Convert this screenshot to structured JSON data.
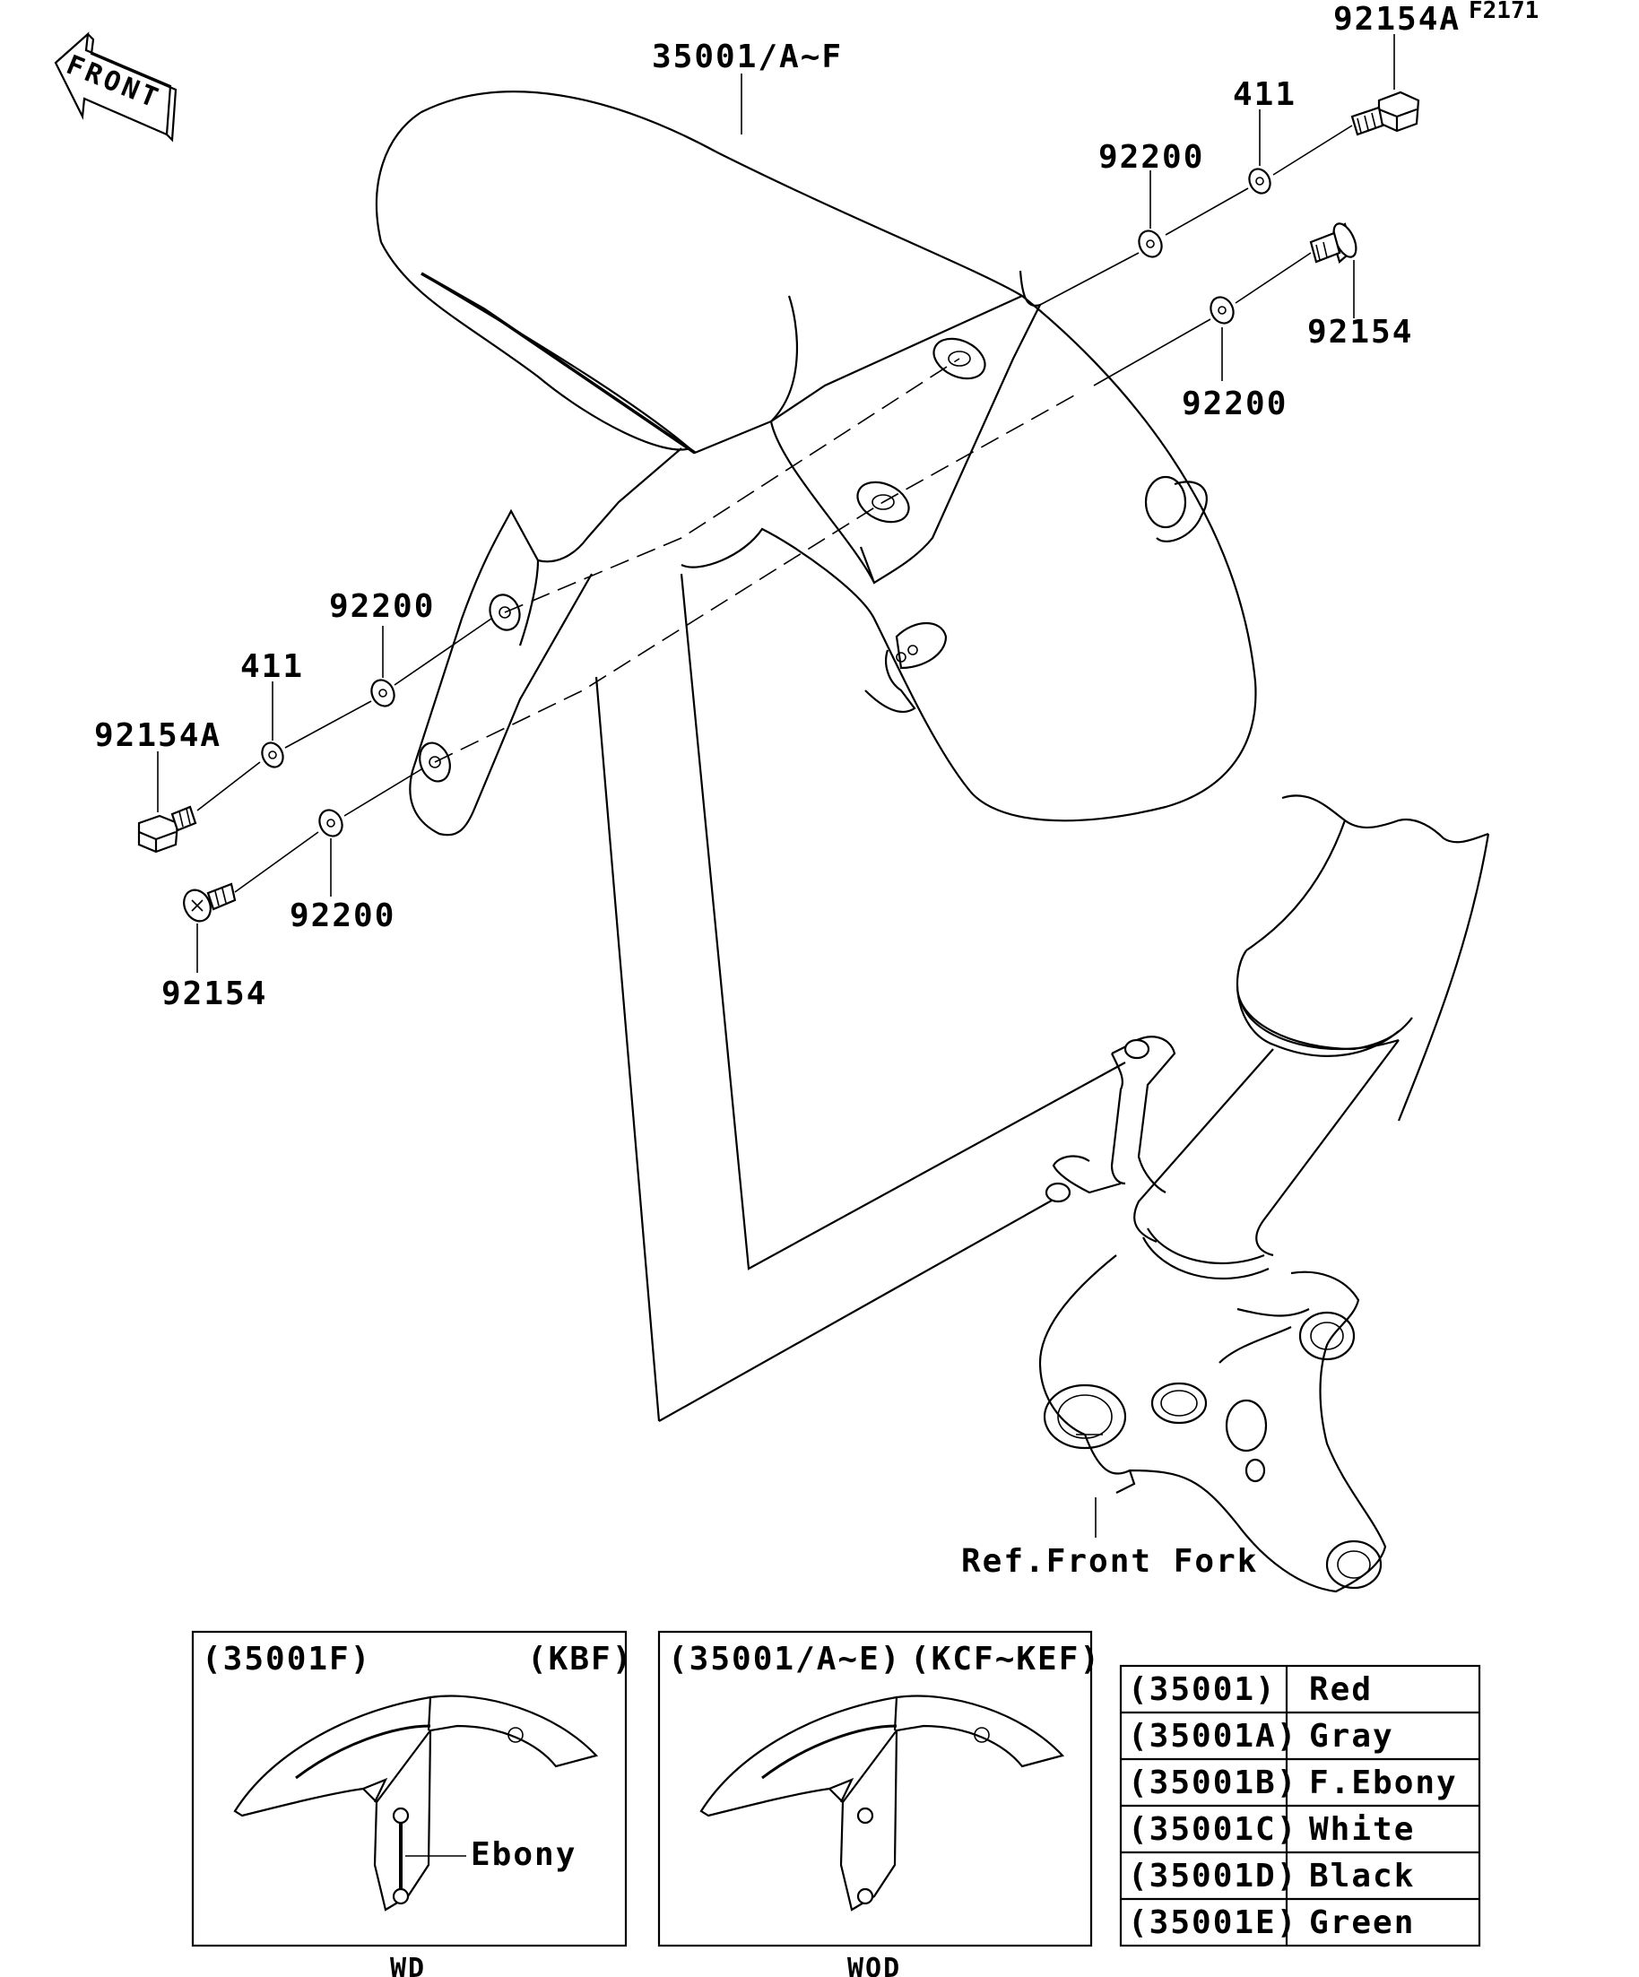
{
  "figure_code": "F2171",
  "front_arrow": {
    "text": "FRONT"
  },
  "callouts": {
    "fender": "35001/A~F",
    "bolt_a_right": "92154A",
    "collar_right": "411",
    "washer_right_upper": "92200",
    "bolt_right": "92154",
    "washer_right_lower": "92200",
    "washer_left_upper": "92200",
    "collar_left": "411",
    "bolt_a_left": "92154A",
    "washer_left_lower": "92200",
    "bolt_left": "92154",
    "front_fork_ref": "Ref.Front Fork"
  },
  "variant_boxes": [
    {
      "code": "(35001F)",
      "model": "(KBF)",
      "callout": "Ebony",
      "caption": "WD"
    },
    {
      "code": "(35001/A~E)",
      "model": "(KCF~KEF)",
      "caption": "WOD"
    }
  ],
  "color_table": [
    {
      "part": "(35001)",
      "color": "Red"
    },
    {
      "part": "(35001A)",
      "color": "Gray"
    },
    {
      "part": "(35001B)",
      "color": "F.Ebony"
    },
    {
      "part": "(35001C)",
      "color": "White"
    },
    {
      "part": "(35001D)",
      "color": "Black"
    },
    {
      "part": "(35001E)",
      "color": "Green"
    }
  ]
}
